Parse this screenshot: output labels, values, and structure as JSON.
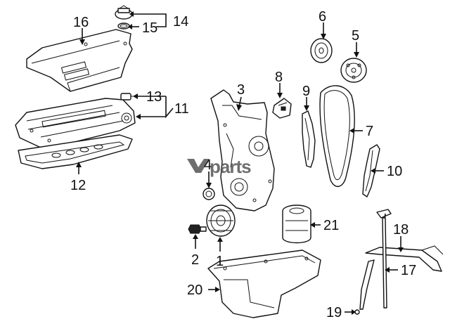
{
  "diagram": {
    "watermark": "parts",
    "callouts": {
      "c1": "1",
      "c2": "2",
      "c3": "3",
      "c4": "4",
      "c5": "5",
      "c6": "6",
      "c7": "7",
      "c8": "8",
      "c9": "9",
      "c10": "10",
      "c11": "11",
      "c12": "12",
      "c13": "13",
      "c14": "14",
      "c15": "15",
      "c16": "16",
      "c17": "17",
      "c18": "18",
      "c19": "19",
      "c20": "20",
      "c21": "21"
    }
  }
}
